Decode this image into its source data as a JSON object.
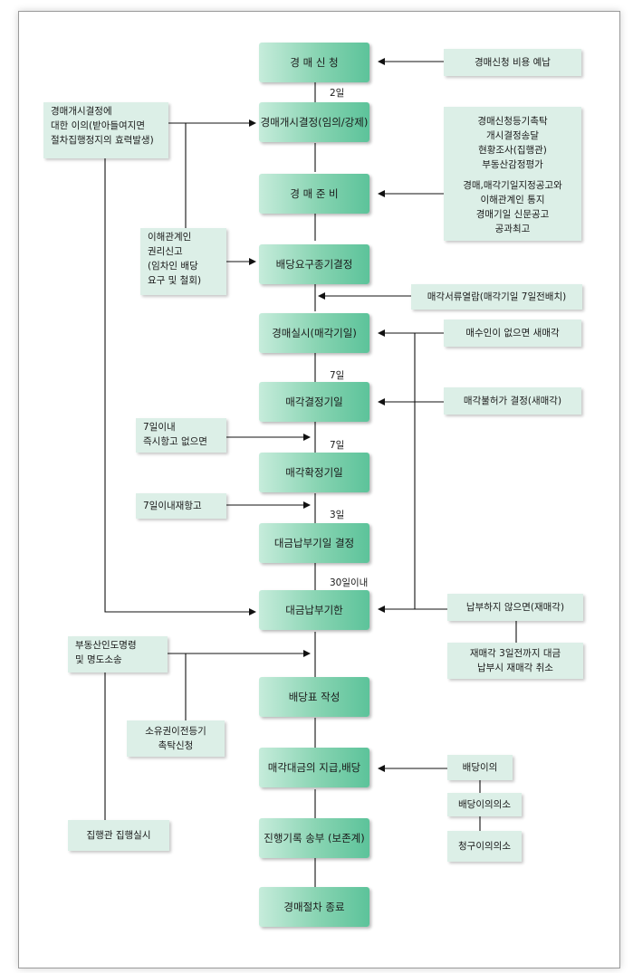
{
  "main_steps": [
    {
      "id": "s1",
      "label": "경 매 신 청"
    },
    {
      "id": "s2",
      "label": "경매개시결정(임의/강제)"
    },
    {
      "id": "s3",
      "label": "경 매 준 비"
    },
    {
      "id": "s4",
      "label": "배당요구종기결정"
    },
    {
      "id": "s5",
      "label": "경매실시(매각기일)"
    },
    {
      "id": "s6",
      "label": "매각결정기일"
    },
    {
      "id": "s7",
      "label": "매각확정기일"
    },
    {
      "id": "s8",
      "label": "대금납부기일 결정"
    },
    {
      "id": "s9",
      "label": "대금납부기한"
    },
    {
      "id": "s10",
      "label": "배당표 작성"
    },
    {
      "id": "s11",
      "label": "매각대금의 지급,배당"
    },
    {
      "id": "s12",
      "label": "진행기록 송부 (보존계)"
    },
    {
      "id": "s13",
      "label": "경매절차 종료"
    }
  ],
  "durations": {
    "d1": "2일",
    "d2": "7일",
    "d3": "7일",
    "d4": "3일",
    "d5": "30일이내"
  },
  "right_notes": {
    "prepay": "경매신청 비용 예납",
    "prep_top": [
      "경매신청등기촉탁",
      "개시결정송달",
      "현황조사(집행관)",
      "부동산감정평가"
    ],
    "prep_bottom": [
      "경매,매각기일지정공고와",
      "이해관계인 통지",
      "경매기일 신문공고",
      "공과최고"
    ],
    "reading": "매각서류열람(매각기일 7일전배치)",
    "no_buyer": "매수인이 없으면 새매각",
    "not_allowed": "매각불허가 결정(새매각)",
    "no_payment": "납부하지 않으면(재매각)",
    "resale_cancel": [
      "재매각 3일전까지 대금",
      "납부시 재매각 취소"
    ],
    "objection": "배당이의",
    "objection_suit": "배당이의의소",
    "claim_suit": "청구이의의소"
  },
  "left_notes": {
    "objection_start": [
      "경매개시결정에",
      "대한 이의(받아들여지면",
      "절차집행정지의 효력발생)"
    ],
    "rights_report": [
      "이해관계인",
      "권리신고",
      "(임차인 배당",
      "요구 및 철회)"
    ],
    "appeal_7": [
      "7일이내",
      "즉시항고 없으면"
    ],
    "reappeal_7": "7일이내재항고",
    "delivery_order": [
      "부동산인도명령",
      "및 명도소송"
    ],
    "ownership_transfer": [
      "소유권이전등기",
      "촉탁신청"
    ],
    "bailiff": "집행관 집행실시"
  },
  "colors": {
    "main_box": "#86d3b1",
    "side_box": "#dcefe7",
    "line": "#111111"
  }
}
